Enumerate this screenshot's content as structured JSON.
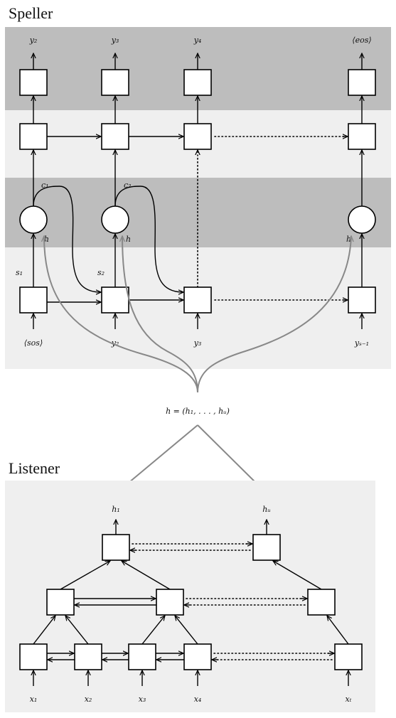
{
  "speller": {
    "title": "Speller",
    "outputs": [
      "y₂",
      "y₃",
      "y₄",
      "⟨eos⟩"
    ],
    "context": [
      "c₁",
      "c₂"
    ],
    "attention_input": [
      "h",
      "h",
      "h"
    ],
    "states": [
      "s₁",
      "s₂"
    ],
    "inputs": [
      "⟨sos⟩",
      "y₂",
      "y₃",
      "yₛ₋₁"
    ]
  },
  "encoding": {
    "formula": "h = (h₁, . . . , hᵤ)"
  },
  "listener": {
    "title": "Listener",
    "outputs": [
      "h₁",
      "hᵤ"
    ],
    "inputs": [
      "x₁",
      "x₂",
      "x₃",
      "x₄",
      "xₜ"
    ]
  },
  "colors": {
    "band_dark": "#bdbdbd",
    "band_light": "#efefef",
    "attention_curve": "#888888"
  }
}
